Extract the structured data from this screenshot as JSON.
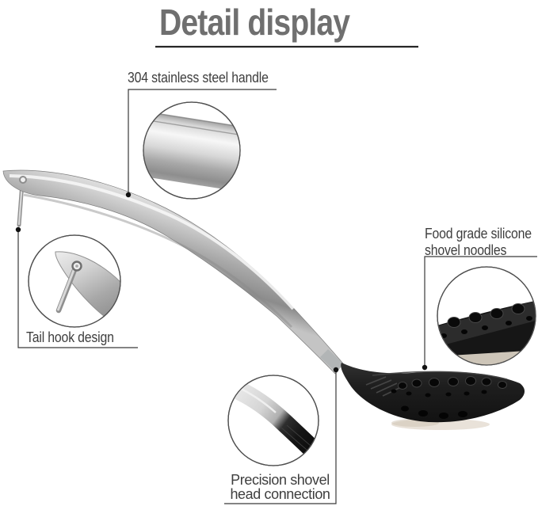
{
  "title": {
    "text": "Detail display"
  },
  "annotations": {
    "handle": {
      "label": "304 stainless steel handle"
    },
    "tail_hook": {
      "label": "Tail hook design"
    },
    "silicone": {
      "label_line1": "Food grade silicone",
      "label_line2": "shovel noodles"
    },
    "connection": {
      "label_line1": "Precision shovel",
      "label_line2": "head connection"
    }
  },
  "colors": {
    "background": "#ffffff",
    "title_text": "#6f6f6f",
    "label_text": "#3e3e3e",
    "leader_line": "#3a3a3a",
    "callout_ring": "#4f4f4f",
    "steel_light": "#f4f4f4",
    "steel_dark": "#8c8c8c",
    "silicone_black": "#1b1b1b",
    "shadow_tan": "#d9cfc0"
  }
}
